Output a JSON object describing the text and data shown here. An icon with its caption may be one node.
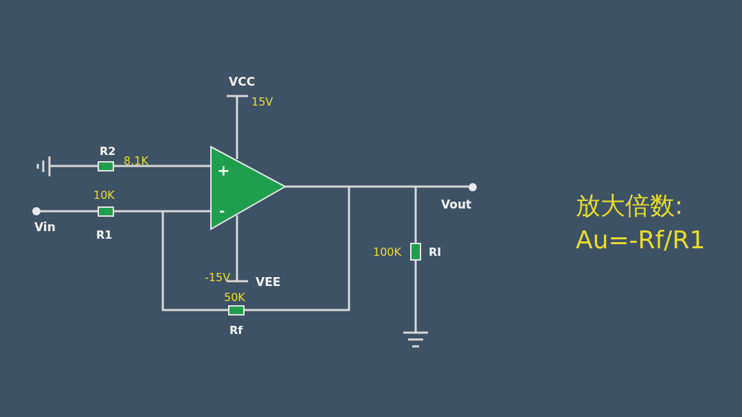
{
  "diagram": {
    "labels": [
      "VCC",
      "15V",
      "R2",
      "8.1K",
      "+",
      "10K",
      "-",
      "Vin",
      "R1",
      "Vout",
      "100K",
      "RI",
      "-15V",
      "VEE",
      "50K",
      "Rf",
      "放大倍数:",
      "Au=-Rf/R1"
    ]
  }
}
